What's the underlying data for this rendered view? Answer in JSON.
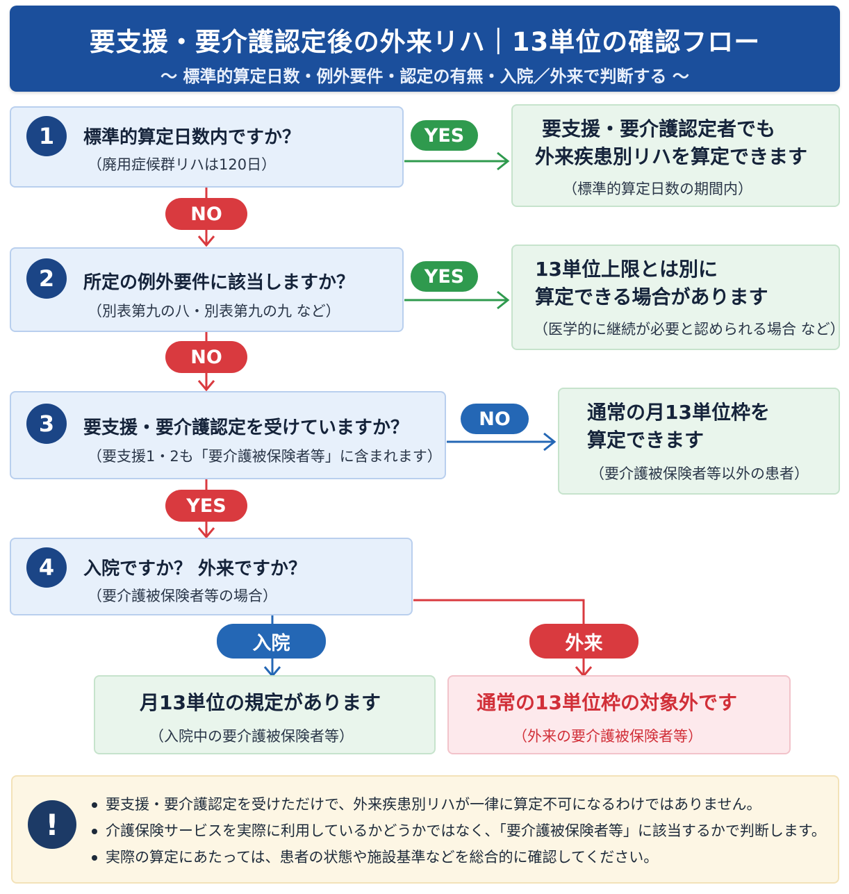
{
  "header": {
    "title": "要支援・要介護認定後の外来リハ｜13単位の確認フロー",
    "subtitle": "〜 標準的算定日数・例外要件・認定の有無・入院／外来で判断する 〜"
  },
  "colors": {
    "header_bg": "#1b4f9c",
    "question_bg": "#e7f0fb",
    "answer_bg": "#e9f5ec",
    "alert_bg": "#fde9ec",
    "note_bg": "#fdf6e4",
    "no_red": "#d93a3f",
    "yes_green": "#2f9a4e",
    "branch_blue": "#2467b5"
  },
  "steps": [
    {
      "number": "1",
      "title": "標準的算定日数内ですか？",
      "note": "（廃用症候群リハは120日）"
    },
    {
      "number": "2",
      "title": "所定の例外要件に該当しますか？",
      "note": "（別表第九の八・別表第九の九 など）"
    },
    {
      "number": "3",
      "title": "要支援・要介護認定を受けていますか？",
      "note": "（要支援1・2も「要介護被保険者等」に含まれます）"
    },
    {
      "number": "4",
      "title": "入院ですか？ 外来ですか？",
      "note": "（要介護被保険者等の場合）"
    }
  ],
  "labels": {
    "yes": "YES",
    "no": "NO",
    "inpatient": "入院",
    "outpatient": "外来"
  },
  "results": {
    "r1": {
      "line1": "要支援・要介護認定者でも",
      "line2": "外来疾患別リハを算定できます",
      "note": "（標準的算定日数の期間内）"
    },
    "r2": {
      "line1": "13単位上限とは別に",
      "line2": "算定できる場合があります",
      "note": "（医学的に継続が必要と認められる場合 など）"
    },
    "r3": {
      "line1": "通常の月13単位枠を",
      "line2": "算定できます",
      "note": "（要介護被保険者等以外の患者）"
    },
    "inpatient": {
      "title": "月13単位の規定があります",
      "note": "（入院中の要介護被保険者等）"
    },
    "outpatient": {
      "title": "通常の13単位枠の対象外です",
      "note": "（外来の要介護被保険者等）"
    }
  },
  "notes": {
    "icon": "exclamation-icon",
    "items": [
      "要支援・要介護認定を受けただけで、外来疾患別リハが一律に算定不可になるわけではありません。",
      "介護保険サービスを実際に利用しているかどうかではなく、「要介護被保険者等」に該当するかで判断します。",
      "実際の算定にあたっては、患者の状態や施設基準などを総合的に確認してください。"
    ]
  }
}
